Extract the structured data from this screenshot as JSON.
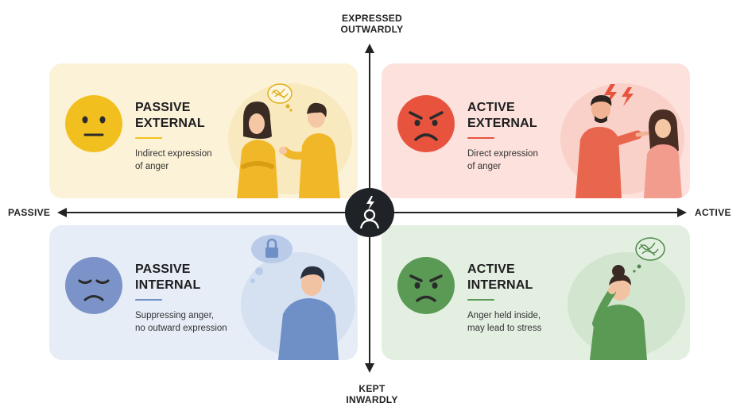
{
  "axes": {
    "top": [
      "EXPRESSED",
      "OUTWARDLY"
    ],
    "bottom": [
      "KEPT",
      "INWARDLY"
    ],
    "left": "PASSIVE",
    "right": "ACTIVE"
  },
  "quadrants": {
    "passive_external": {
      "title": [
        "PASSIVE",
        "EXTERNAL"
      ],
      "description": [
        "Indirect expression",
        "of anger"
      ],
      "accent": "#f2c01e",
      "background": "#fcf2d8"
    },
    "active_external": {
      "title": [
        "ACTIVE",
        "EXTERNAL"
      ],
      "description": [
        "Direct expression",
        "of anger"
      ],
      "accent": "#e8533e",
      "background": "#fce1dc"
    },
    "passive_internal": {
      "title": [
        "PASSIVE",
        "INTERNAL"
      ],
      "description": [
        "Suppressing anger,",
        "no outward expression"
      ],
      "accent": "#6f8fc7",
      "background": "#e6edf7"
    },
    "active_internal": {
      "title": [
        "ACTIVE",
        "INTERNAL"
      ],
      "description": [
        "Anger held inside,",
        "may lead to stress"
      ],
      "accent": "#5a9a55",
      "background": "#e3efe1"
    }
  },
  "center_icons": [
    "lightning-icon",
    "person-icon"
  ]
}
